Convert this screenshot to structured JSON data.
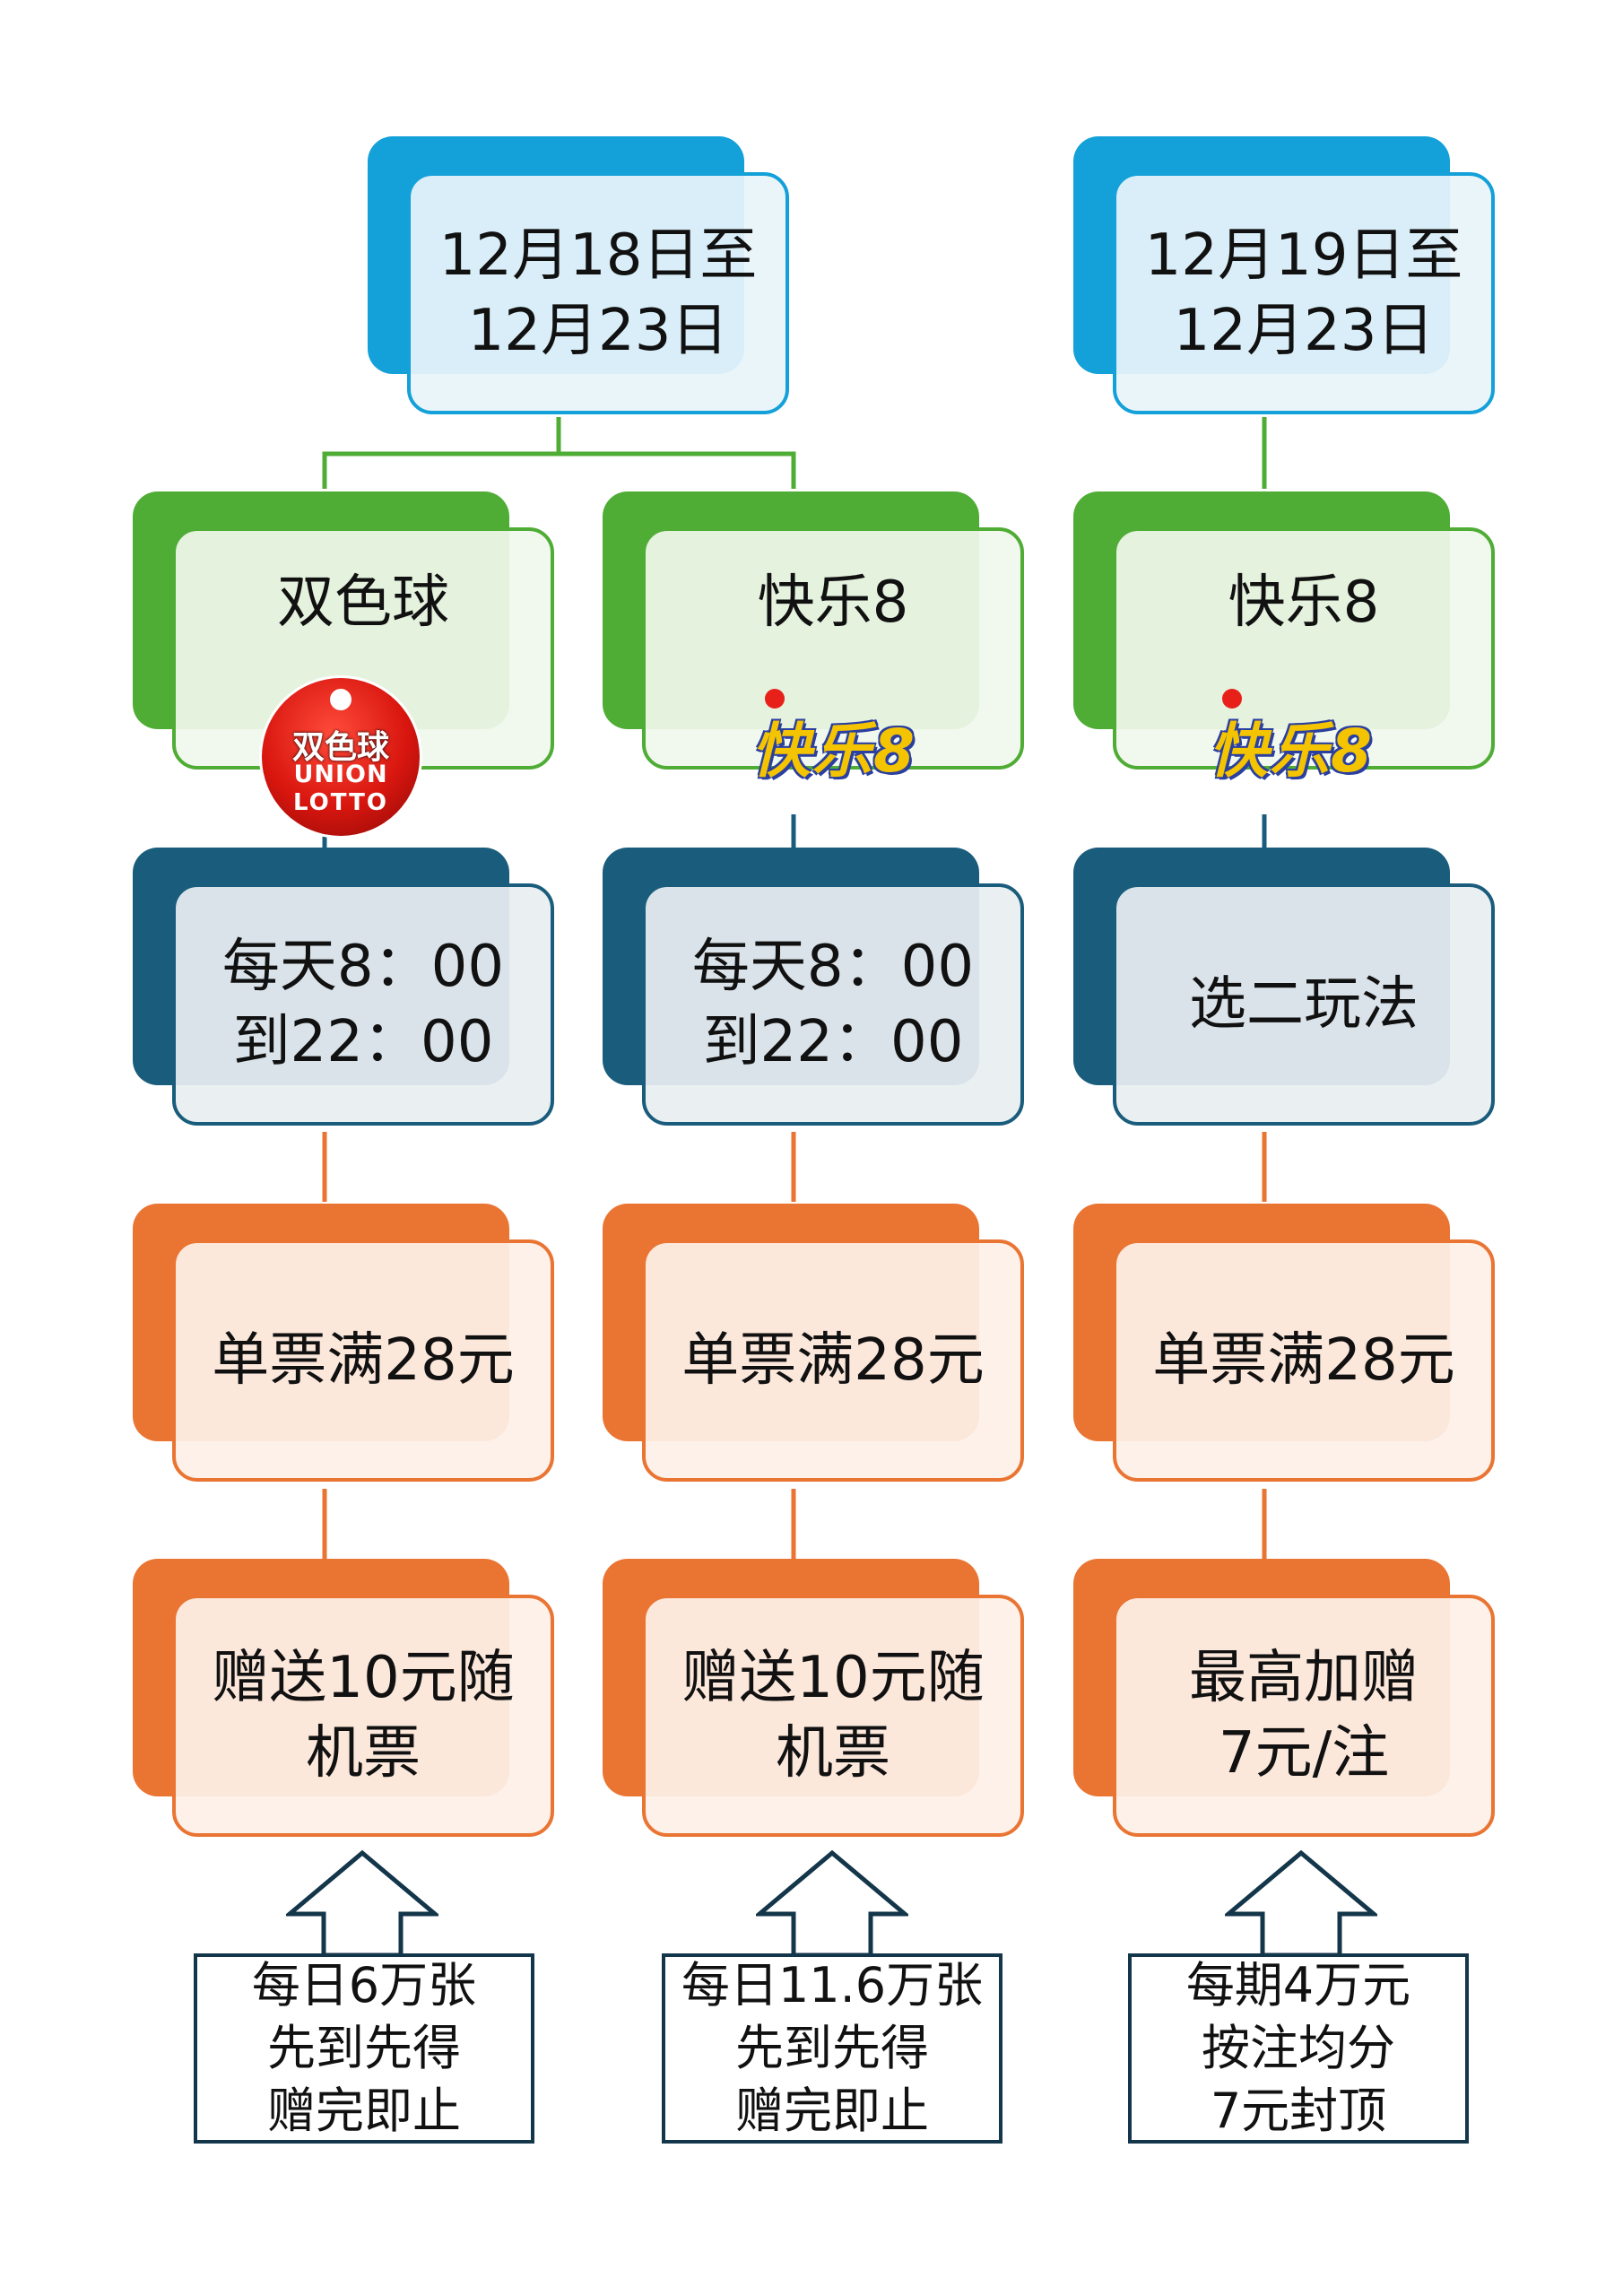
{
  "columns": [
    {
      "date": [
        "12月18日至",
        "12月23日"
      ],
      "game": "双色球",
      "logo": {
        "type": "shuangseqiu",
        "lines": [
          "双色球",
          "UNION",
          "LOTTO"
        ]
      },
      "condition": [
        "每天8：00",
        "到22：00"
      ],
      "threshold": "单票满28元",
      "reward": [
        "赠送10元随",
        "机票"
      ],
      "note": [
        "每日6万张",
        "先到先得",
        "赠完即止"
      ]
    },
    {
      "game": "快乐8",
      "logo": {
        "type": "kuaile8",
        "lines": [
          "快乐8"
        ]
      },
      "condition": [
        "每天8：00",
        "到22：00"
      ],
      "threshold": "单票满28元",
      "reward": [
        "赠送10元随",
        "机票"
      ],
      "note": [
        "每日11.6万张",
        "先到先得",
        "赠完即止"
      ]
    },
    {
      "date": [
        "12月19日至",
        "12月23日"
      ],
      "game": "快乐8",
      "logo": {
        "type": "kuaile8",
        "lines": [
          "快乐8"
        ]
      },
      "condition": [
        "选二玩法"
      ],
      "threshold": "单票满28元",
      "reward": [
        "最高加赠",
        "7元/注"
      ],
      "note": [
        "每期4万元",
        "按注均分",
        "7元封顶"
      ]
    }
  ],
  "colors": {
    "date": "#14a0d8",
    "game": "#4fac35",
    "condition": "#1a5c7c",
    "offer": "#ea7432",
    "note_border": "#14364a"
  }
}
